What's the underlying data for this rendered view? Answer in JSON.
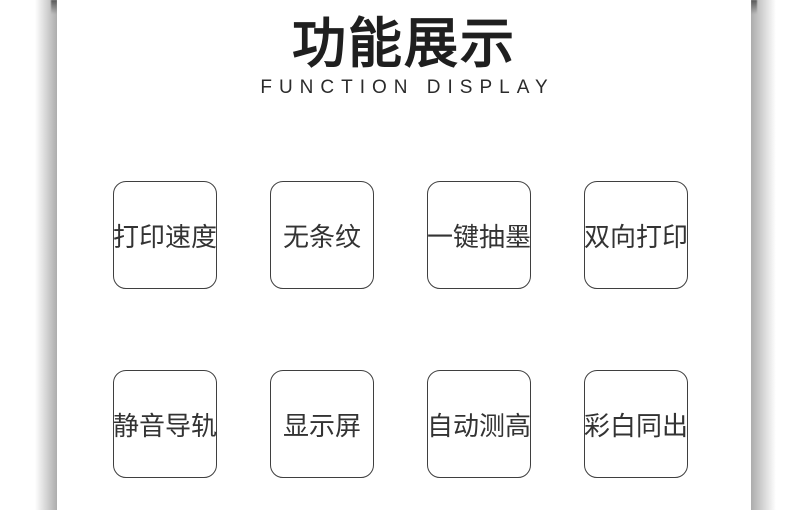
{
  "header": {
    "title": "功能展示",
    "subtitle": "FUNCTION DISPLAY"
  },
  "features": {
    "rows": [
      {
        "cells": [
          "打印速度",
          "无条纹",
          "一键抽墨",
          "双向打印"
        ]
      },
      {
        "cells": [
          "静音导轨",
          "显示屏",
          "自动测高",
          "彩白同出"
        ]
      }
    ]
  },
  "colors": {
    "title_text": "#1f1f1f",
    "subtitle_text": "#2b2b2b",
    "box_border": "#3f3f3f",
    "box_text": "#333333",
    "edge_shadow": "#8c8c8c",
    "background": "#ffffff"
  }
}
